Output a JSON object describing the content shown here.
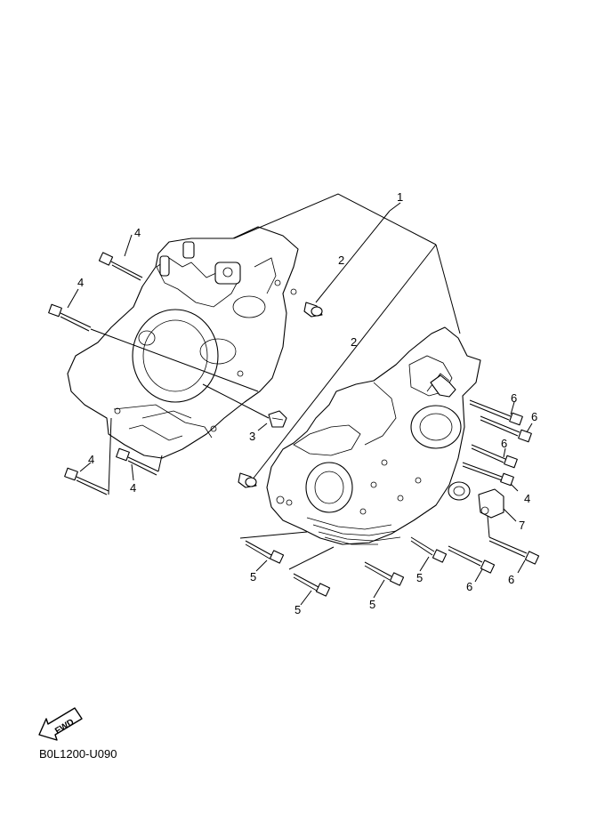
{
  "diagram": {
    "callouts": {
      "c1": "1",
      "c2a": "2",
      "c2b": "2",
      "c3": "3",
      "c4a": "4",
      "c4b": "4",
      "c4c": "4",
      "c4d": "4",
      "c4e": "4",
      "c5a": "5",
      "c5b": "5",
      "c5c": "5",
      "c5d": "5",
      "c6a": "6",
      "c6b": "6",
      "c6c": "6",
      "c6d": "6",
      "c6e": "6",
      "c7": "7"
    },
    "fwd_label": "FWD",
    "diagram_code": "B0L1200-U090"
  }
}
